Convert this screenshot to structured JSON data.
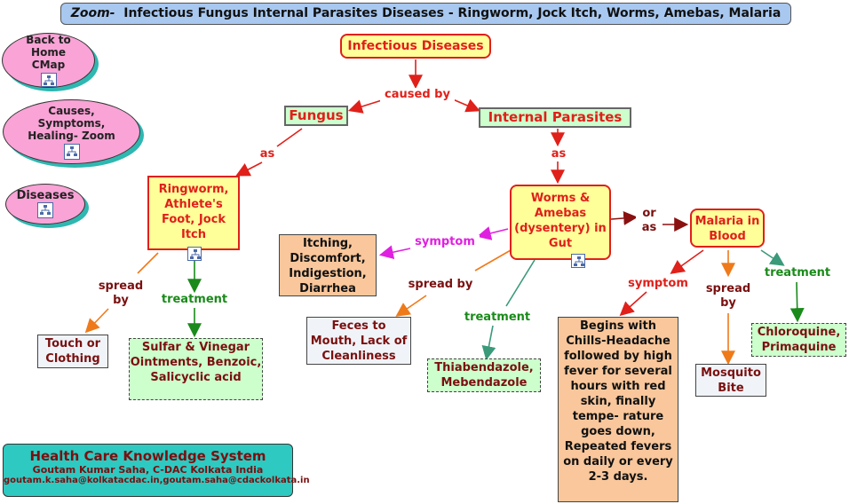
{
  "title": {
    "prefix": "Zoom-",
    "text": "Infectious Fungus Internal Parasites Diseases - Ringworm, Jock Itch, Worms, Amebas, Malaria"
  },
  "nav": {
    "home": "Back to Home CMap",
    "causes": "Causes, Symptoms, Healing- Zoom",
    "diseases": "Diseases"
  },
  "concepts": {
    "infectious": "Infectious Diseases",
    "fungus": "Fungus",
    "parasites": "Internal Parasites",
    "ringworm": "Ringworm, Athlete's Foot, Jock Itch",
    "worms": "Worms & Amebas (dysentery) in Gut",
    "malaria": "Malaria in Blood",
    "itching": "Itching, Discomfort, Indigestion, Diarrhea",
    "touch": "Touch or Clothing",
    "sulfur": "Sulfar & Vinegar Ointments, Benzoic, Salicyclic acid",
    "feces": "Feces to Mouth, Lack of Cleanliness",
    "thiabendazole": "Thiabendazole, Mebendazole",
    "chills": "Begins with Chills-Headache followed by high fever for several hours with red skin, finally tempe- rature goes down, Repeated fevers on daily or every 2-3 days.",
    "mosquito": "Mosquito Bite",
    "chloroquine": "Chloroquine, Primaquine"
  },
  "links": {
    "caused_by": "caused by",
    "as1": "as",
    "as2": "as",
    "or_as": "or as",
    "symptom1": "symptom",
    "spread_by1": "spread by",
    "treatment1": "treatment",
    "spread_by2": "spread by",
    "treatment2": "treatment",
    "symptom2": "symptom",
    "spread_by3": "spread by",
    "treatment3": "treatment"
  },
  "footer": {
    "title": "Health Care Knowledge System",
    "author": "Goutam Kumar Saha, C-DAC Kolkata India",
    "emails": "goutam.k.saha@kolkatacdac.in,goutam.saha@cdackolkata.in"
  },
  "colors": {
    "red": "#e0201a",
    "green": "#1a8a1a",
    "orange": "#ef7a1a",
    "magenta": "#e020e0",
    "teal": "#3a9a7a",
    "darkred": "#8a1010"
  },
  "icons": [
    "cmap-icon"
  ]
}
